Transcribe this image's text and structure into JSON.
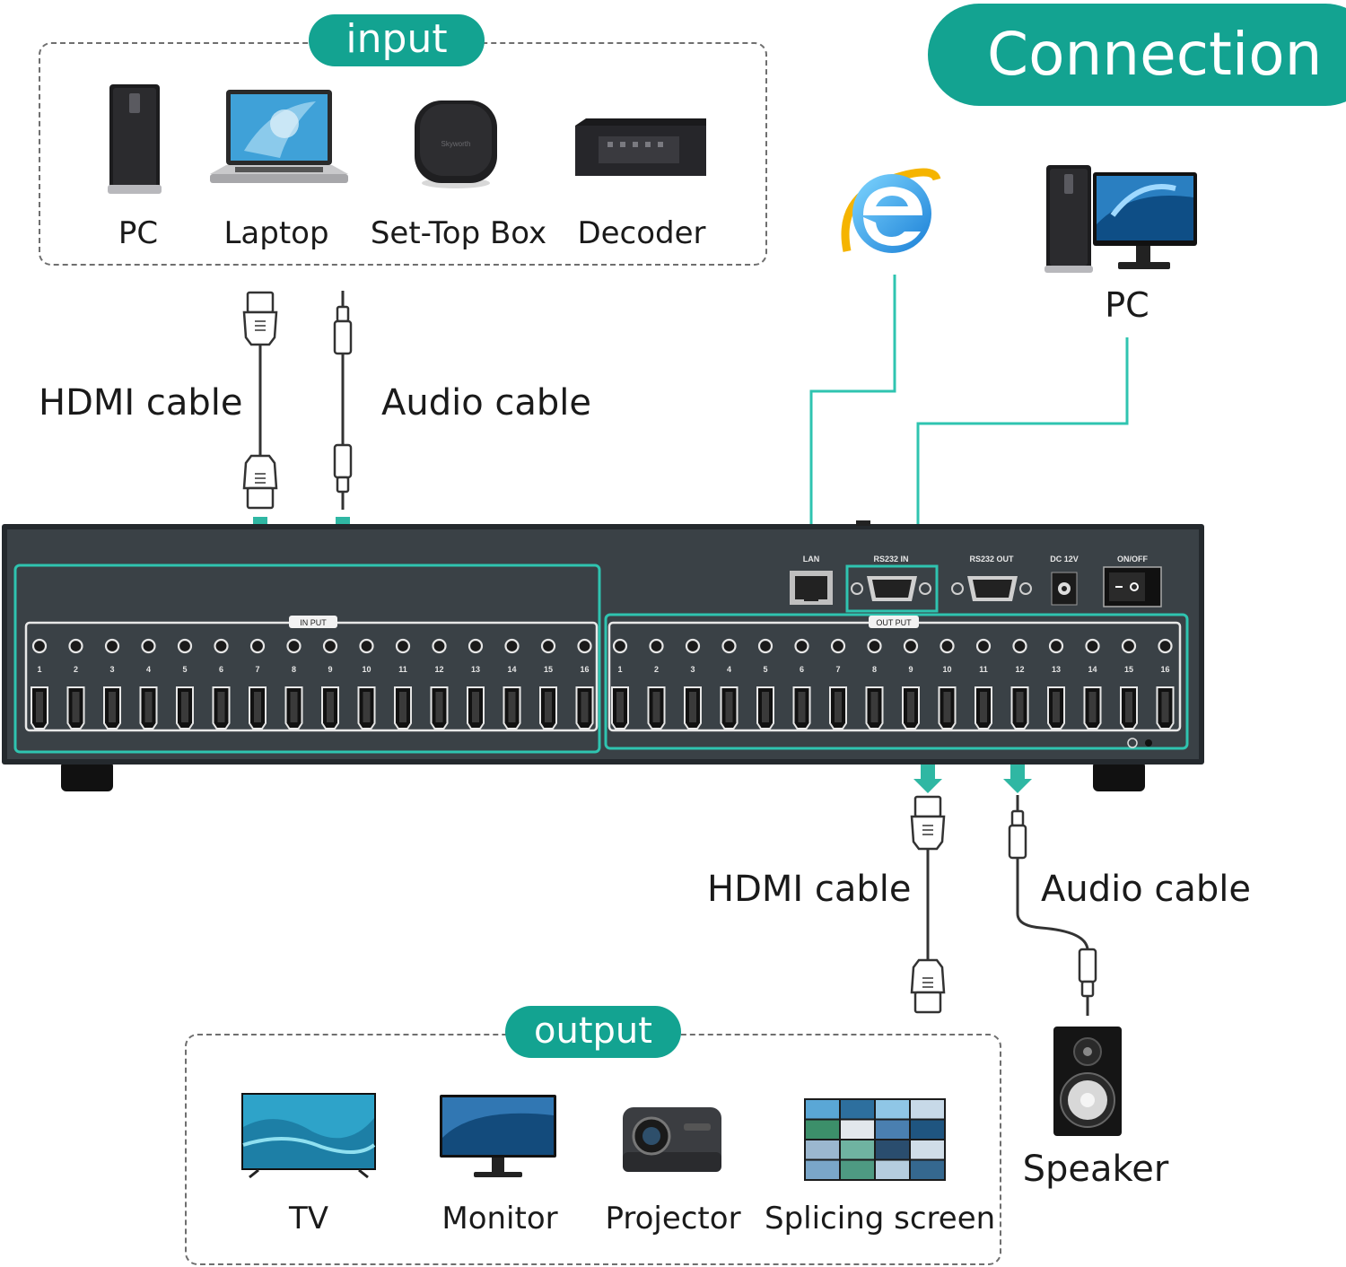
{
  "title": "Connection",
  "input_group": {
    "label": "input",
    "devices": [
      {
        "name": "PC",
        "icon": "tower-pc-icon"
      },
      {
        "name": "Laptop",
        "icon": "laptop-icon"
      },
      {
        "name": "Set-Top Box",
        "icon": "set-top-box-icon"
      },
      {
        "name": "Decoder",
        "icon": "decoder-icon"
      }
    ]
  },
  "input_cables": {
    "hdmi": "HDMI cable",
    "audio": "Audio cable"
  },
  "control": {
    "browser_icon": "internet-explorer-icon",
    "pc_label": "PC"
  },
  "switch_panel": {
    "ports": {
      "lan": "LAN",
      "rs232_in": "RS232 IN",
      "rs232_out": "RS232 OUT",
      "dc": "DC 12V",
      "power": "ON/OFF"
    },
    "input_section": "IN PUT",
    "output_section": "OUT PUT",
    "port_numbers": [
      "1",
      "2",
      "3",
      "4",
      "5",
      "6",
      "7",
      "8",
      "9",
      "10",
      "11",
      "12",
      "13",
      "14",
      "15",
      "16"
    ],
    "brand_text": "Skyworth"
  },
  "output_cables": {
    "hdmi": "HDMI cable",
    "audio": "Audio cable"
  },
  "speaker_label": "Speaker",
  "output_group": {
    "label": "output",
    "devices": [
      {
        "name": "TV",
        "icon": "tv-icon"
      },
      {
        "name": "Monitor",
        "icon": "monitor-icon"
      },
      {
        "name": "Projector",
        "icon": "projector-icon"
      },
      {
        "name": "Splicing screen",
        "icon": "video-wall-icon"
      }
    ]
  },
  "colors": {
    "accent": "#13a391",
    "panel": "#2f353a",
    "line": "#2fc4b0"
  }
}
